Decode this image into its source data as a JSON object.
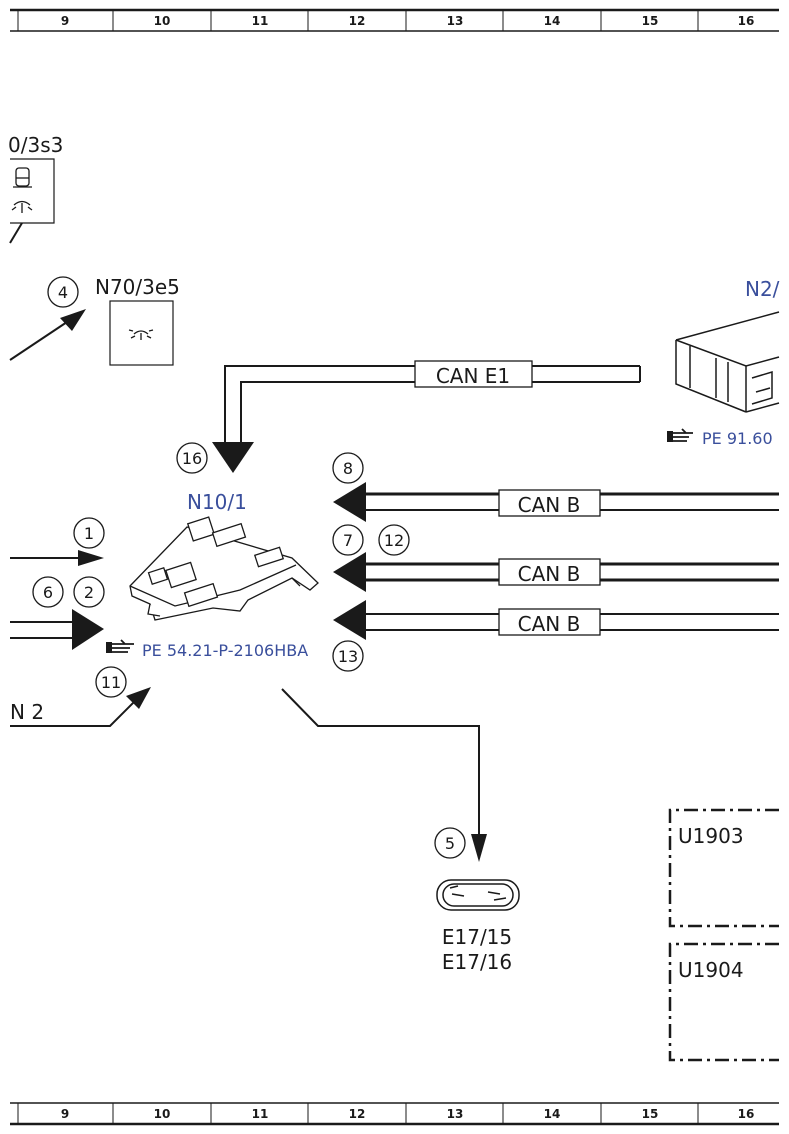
{
  "grid": {
    "columns": [
      "9",
      "10",
      "11",
      "12",
      "13",
      "14",
      "15",
      "16"
    ]
  },
  "components": {
    "n70_3s3": "0/3s3",
    "n70_3e5": "N70/3e5",
    "n2": "N2/",
    "n10_1": "N10/1",
    "e17": [
      "E17/15",
      "E17/16"
    ],
    "u1903": "U1903",
    "u1904": "U1904"
  },
  "references": {
    "n10_1_ref": "PE 54.21-P-2106HBA",
    "n2_ref": "PE 91.60"
  },
  "buses": {
    "can_e1": "CAN E1",
    "can_b_1": "CAN B",
    "can_b_2": "CAN B",
    "can_b_3": "CAN B"
  },
  "connection_labels": {
    "n2_line": "N 2"
  },
  "callouts": [
    "4",
    "16",
    "8",
    "1",
    "7",
    "12",
    "6",
    "2",
    "13",
    "11",
    "5"
  ],
  "colors": {
    "line": "#1a1a1a",
    "reference_text": "#3a4f9c"
  },
  "icons": {
    "pointing_hand": "pointing-hand-icon",
    "lamp": "lamp-icon",
    "switch_lamp": "switch-lamp-icon"
  }
}
